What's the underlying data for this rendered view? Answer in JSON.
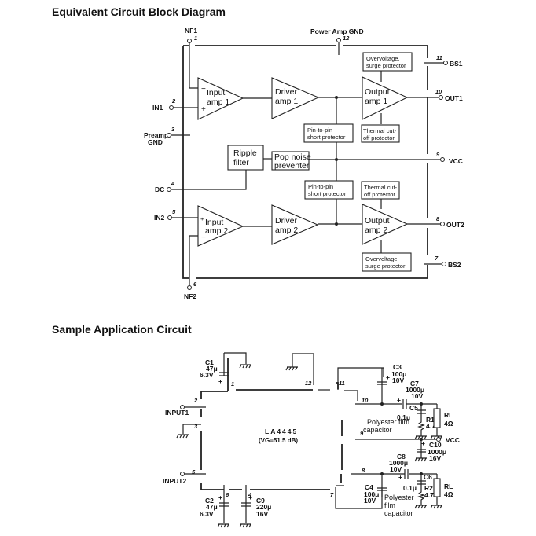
{
  "titles": {
    "block_diagram": "Equivalent Circuit Block Diagram",
    "application": "Sample Application Circuit"
  },
  "block_diagram": {
    "pins": {
      "nf1": {
        "label": "NF1",
        "num": "1"
      },
      "pagnd": {
        "label": "Power Amp GND",
        "num": "12"
      },
      "bs1": {
        "label": "BS1",
        "num": "11"
      },
      "out1": {
        "label": "OUT1",
        "num": "10"
      },
      "in1": {
        "label": "IN1",
        "num": "2"
      },
      "pregnd_1": {
        "label": "Preamp",
        "num": "3"
      },
      "pregnd_2": {
        "label": "GND"
      },
      "vcc": {
        "label": "VCC",
        "num": "9"
      },
      "dc": {
        "label": "DC",
        "num": "4"
      },
      "in2": {
        "label": "IN2",
        "num": "5"
      },
      "out2": {
        "label": "OUT2",
        "num": "8"
      },
      "bs2": {
        "label": "BS2",
        "num": "7"
      },
      "nf2": {
        "label": "NF2",
        "num": "6"
      }
    },
    "blocks": {
      "input1": [
        "Input",
        "amp 1"
      ],
      "driver1": [
        "Driver",
        "amp 1"
      ],
      "output1": [
        "Output",
        "amp 1"
      ],
      "ovp1": [
        "Overvoltage,",
        "surge protector"
      ],
      "short1": [
        "Pin-to-pin",
        "short protector"
      ],
      "thermal1": [
        "Thermal cut-",
        "off protector"
      ],
      "ripple": [
        "Ripple",
        "filter"
      ],
      "pop": [
        "Pop noise",
        "preventer"
      ],
      "short2": [
        "Pin-to-pin",
        "short protector"
      ],
      "thermal2": [
        "Thermal cut-",
        "off protector"
      ],
      "input2": [
        "Input",
        "amp 2"
      ],
      "driver2": [
        "Driver",
        "amp 2"
      ],
      "output2": [
        "Output",
        "amp 2"
      ],
      "ovp2": [
        "Overvoltage,",
        "surge protector"
      ]
    },
    "signs": {
      "minus": "−",
      "plus": "+"
    }
  },
  "application": {
    "ic": {
      "name": "LA4445",
      "gain": "(VG=51.5 dB)"
    },
    "pins": [
      "1",
      "2",
      "3",
      "4",
      "5",
      "6",
      "7",
      "8",
      "9",
      "10",
      "11",
      "12"
    ],
    "inputs": {
      "input1": "INPUT1",
      "input2": "INPUT2"
    },
    "vcc": "VCC",
    "components": {
      "c1": {
        "name": "C1",
        "value": "47μ",
        "voltage": "6.3V"
      },
      "c2": {
        "name": "C2",
        "value": "47μ",
        "voltage": "6.3V"
      },
      "c3": {
        "name": "C3",
        "value": "100μ",
        "voltage": "10V"
      },
      "c4": {
        "name": "C4",
        "value": "100μ",
        "voltage": "10V"
      },
      "c5": {
        "name": "C5",
        "value": "0.1μ"
      },
      "c6": {
        "name": "C6",
        "value": "0.1μ"
      },
      "c7": {
        "name": "C7",
        "value": "1000μ",
        "voltage": "10V"
      },
      "c8": {
        "name": "C8",
        "value": "1000μ",
        "voltage": "10V"
      },
      "c9": {
        "name": "C9",
        "value": "220μ",
        "voltage": "16V"
      },
      "c10": {
        "name": "C10",
        "value": "1000μ",
        "voltage": "16V"
      },
      "r1": {
        "name": "R1",
        "value": "4.7"
      },
      "r2": {
        "name": "R2",
        "value": "4.7"
      },
      "rl1": {
        "name": "RL",
        "value": "4Ω"
      },
      "rl2": {
        "name": "RL",
        "value": "4Ω"
      }
    },
    "notes": {
      "film1a": "Polyester film",
      "film1b": "capacitor",
      "film2a": "Polyester",
      "film2b": "film",
      "film2c": "capacitor"
    },
    "plus": "+"
  }
}
